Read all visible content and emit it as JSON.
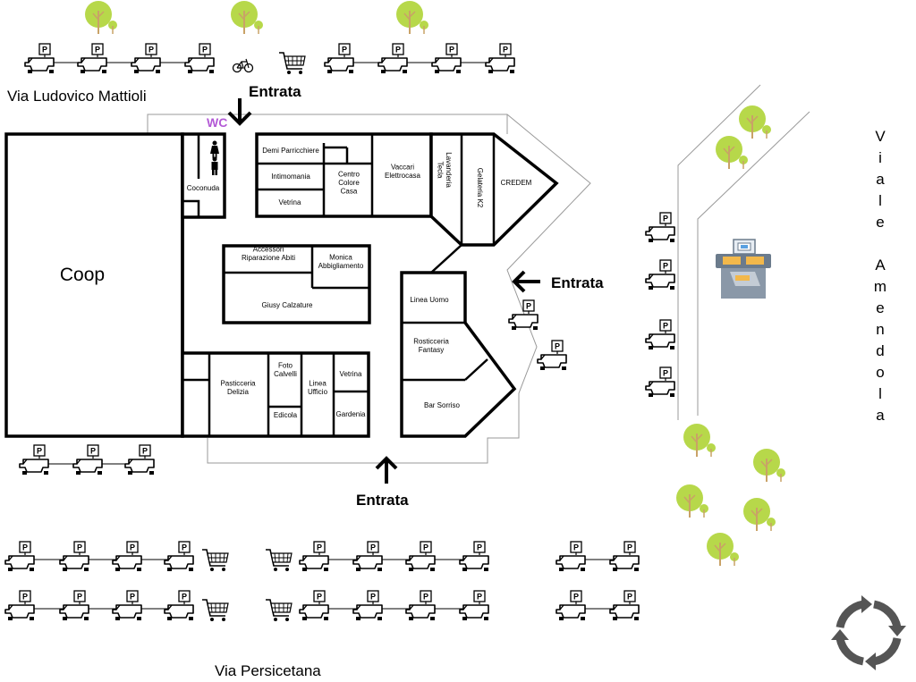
{
  "streets": {
    "top": "Via Ludovico Mattioli",
    "bottom": "Via Persicetana",
    "right": "Viale Amendola"
  },
  "entrances": {
    "top": "Entrata",
    "right": "Entrata",
    "bottom": "Entrata"
  },
  "wc_label": "WC",
  "shops": [
    {
      "id": "coop",
      "lines": [
        "Coop"
      ]
    },
    {
      "id": "coconuda",
      "lines": [
        "Coconuda"
      ]
    },
    {
      "id": "demi-parrucchiere",
      "lines": [
        "Demi Parricchiere"
      ]
    },
    {
      "id": "intimomania",
      "lines": [
        "Intimomania"
      ]
    },
    {
      "id": "vetrina-1",
      "lines": [
        "Vetrina"
      ]
    },
    {
      "id": "centro-colore-casa",
      "lines": [
        "Centro",
        "Colore",
        "Casa"
      ]
    },
    {
      "id": "vaccari-elettrocasa",
      "lines": [
        "Vaccari",
        "Elettrocasa"
      ]
    },
    {
      "id": "lavanderia-tecla",
      "lines": [
        "Lavanderia",
        "Tecla"
      ]
    },
    {
      "id": "gelateria-k2",
      "lines": [
        "Gelateria K2"
      ]
    },
    {
      "id": "credem",
      "lines": [
        "CREDEM"
      ]
    },
    {
      "id": "accessori-riparazione-abiti",
      "lines": [
        "Accessori",
        "Riparazione Abiti"
      ]
    },
    {
      "id": "monica-abbigliamento",
      "lines": [
        "Monica",
        "Abbigliamento"
      ]
    },
    {
      "id": "giusy-calzature",
      "lines": [
        "Giusy Calzature"
      ]
    },
    {
      "id": "linea-uomo",
      "lines": [
        "Linea Uomo"
      ]
    },
    {
      "id": "rosticceria-fantasy",
      "lines": [
        "Rosticceria",
        "Fantasy"
      ]
    },
    {
      "id": "bar-sorriso",
      "lines": [
        "Bar Sorriso"
      ]
    },
    {
      "id": "pasticceria-delizia",
      "lines": [
        "Pasticceria",
        "Delizia"
      ]
    },
    {
      "id": "foto-calvelli",
      "lines": [
        "Foto",
        "Calvelli"
      ]
    },
    {
      "id": "edicola",
      "lines": [
        "Edicola"
      ]
    },
    {
      "id": "linea-ufficio",
      "lines": [
        "Linea",
        "Ufficio"
      ]
    },
    {
      "id": "vetrina-2",
      "lines": [
        "Vetrina"
      ]
    },
    {
      "id": "gardenia",
      "lines": [
        "Gardenia"
      ]
    }
  ],
  "icons": {
    "parking": "parking-car-icon",
    "cart": "shopping-cart-icon",
    "bike": "bicycle-icon",
    "tree": "tree-icon",
    "atm": "atm-machine-icon",
    "roundabout": "roundabout-icon",
    "restroom": "restroom-icon"
  },
  "parking_letter": "P",
  "colors": {
    "tree": "#b7d84a",
    "trunk": "#c9a267",
    "wc": "#b35ad6",
    "atm_body": "#6b7b8c",
    "atm_panel": "#f2b84b",
    "roundabout": "#555555"
  }
}
